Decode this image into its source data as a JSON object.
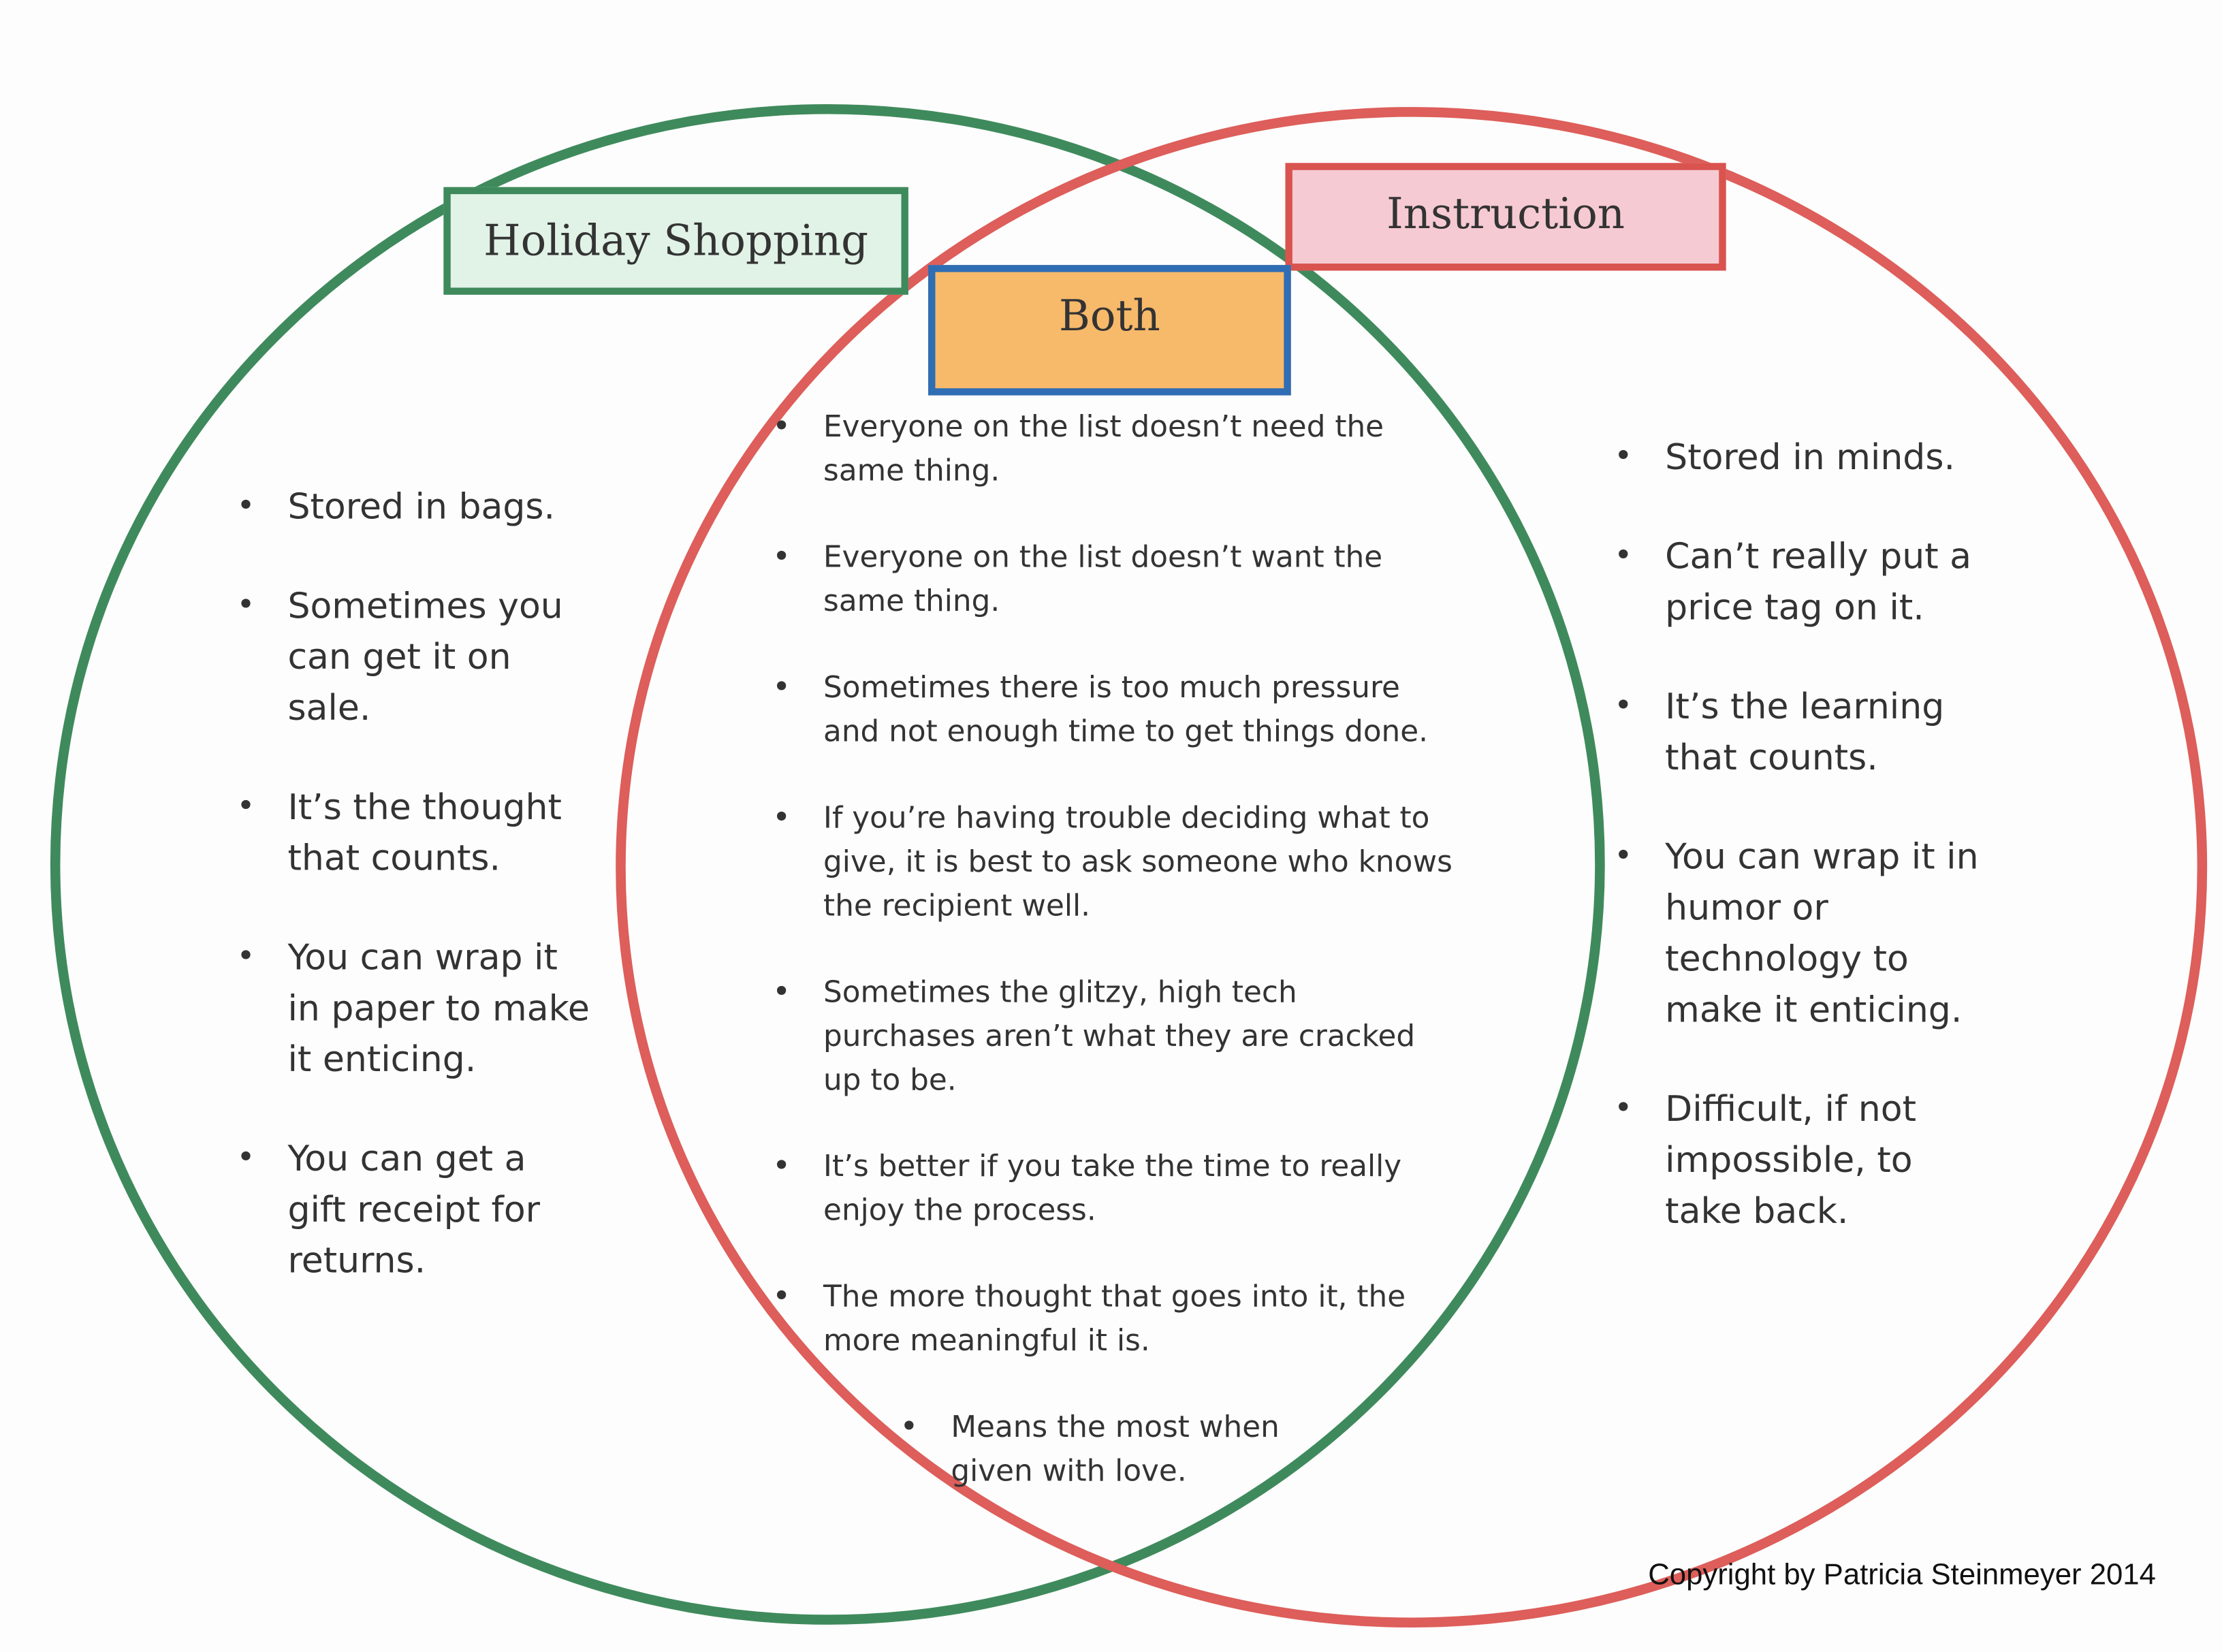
{
  "labels": {
    "left": "Holiday Shopping",
    "right": "Instruction",
    "both": "Both"
  },
  "colors": {
    "left_circle": "#3f8a5c",
    "right_circle": "#dd5e5a",
    "both_border": "#2f6db5",
    "both_fill": "#f7b96a"
  },
  "left_items": [
    "Stored in bags.",
    "Sometimes you can get it on sale.",
    "It’s the thought that counts.",
    "You can wrap it in paper to make it enticing.",
    "You can get a gift receipt for returns."
  ],
  "both_items": [
    "Everyone on the list doesn’t need the same thing.",
    "Everyone on the list doesn’t want the same thing.",
    "Sometimes there is too much pressure and not enough time to get things done.",
    "If you’re having trouble deciding what to give, it is best to ask someone who knows the recipient well.",
    "Sometimes the glitzy, high tech purchases aren’t what they are cracked up to be.",
    "It’s better if you take the time to really enjoy the process.",
    "The more thought that goes into it, the more meaningful it is.",
    "Means the most when given with love."
  ],
  "right_items": [
    "Stored in minds.",
    "Can’t really put a price tag on it.",
    "It’s the learning that counts.",
    "You can wrap it in humor or technology to make it enticing.",
    "Difficult, if not impossible, to take back."
  ],
  "copyright": "Copyright by Patricia Steinmeyer 2014"
}
